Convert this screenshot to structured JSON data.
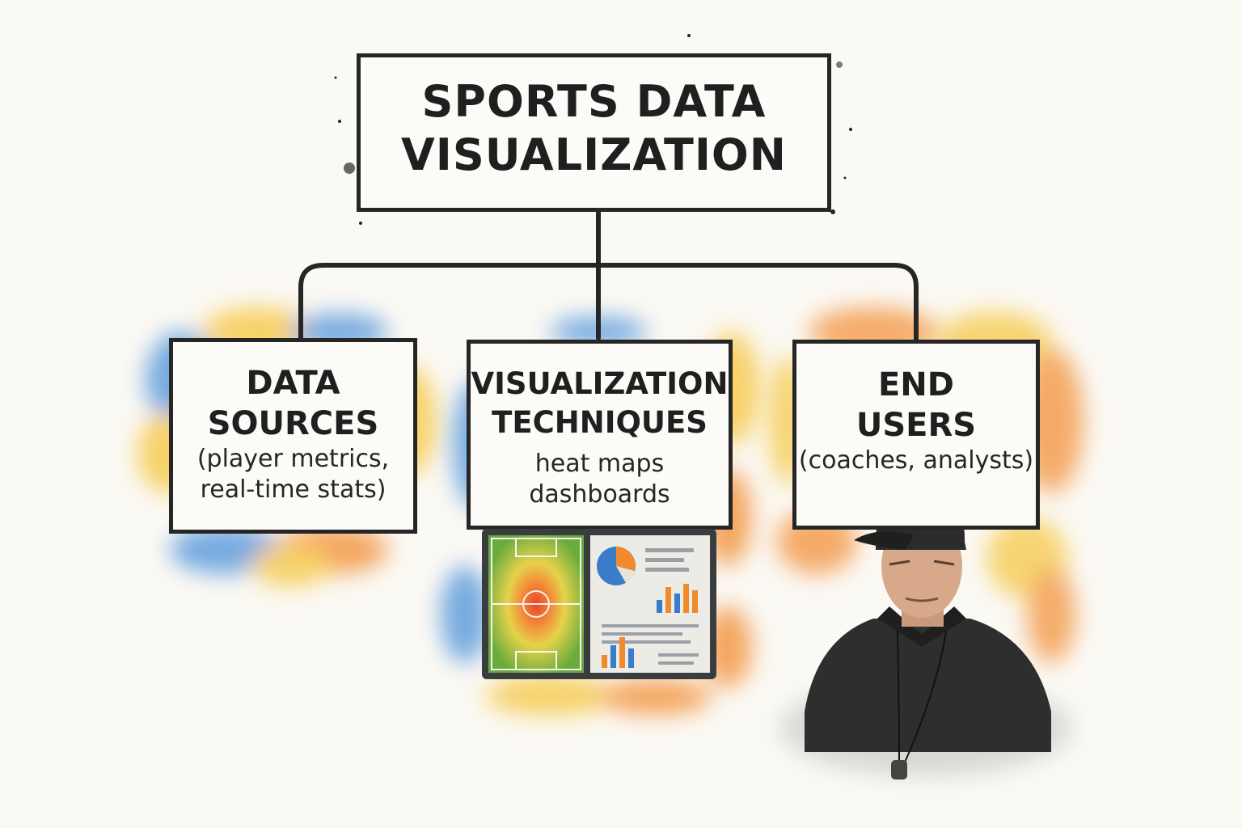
{
  "diagram": {
    "title_lines": [
      "SPORTS DATA",
      "VISUALIZATION"
    ],
    "nodes": [
      {
        "id": "data-sources",
        "title_lines": [
          "DATA",
          "SOURCES"
        ],
        "sub_lines": [
          "(player metrics,",
          "real-time stats)"
        ]
      },
      {
        "id": "visualization-techniques",
        "title_lines": [
          "VISUALIZATION",
          "TECHNIQUES"
        ],
        "sub_lines": [
          "heat maps",
          "dashboards"
        ]
      },
      {
        "id": "end-users",
        "title_lines": [
          "END",
          "USERS"
        ],
        "sub_lines": [
          "(coaches, analysts)"
        ]
      }
    ],
    "illustrations": {
      "dashboard": "heat-map-and-dashboard-illustration",
      "coach": "coach-portrait-illustration"
    },
    "colors": {
      "ink": "#262626",
      "watercolor_blue": "#4a90d9",
      "watercolor_orange": "#f28a2e",
      "watercolor_yellow": "#f5c53a",
      "pitch_green": "#6aab3e"
    }
  }
}
